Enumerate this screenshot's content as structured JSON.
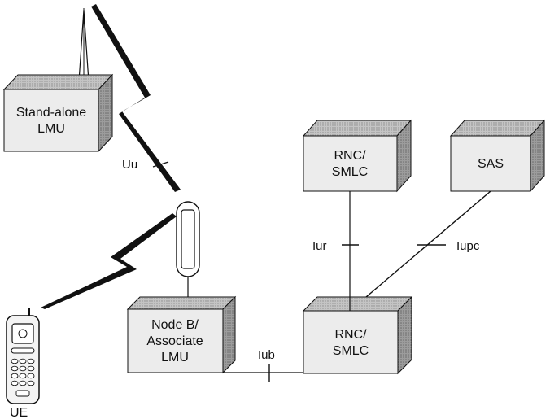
{
  "nodes": {
    "standalone_lmu": {
      "line1": "Stand-alone",
      "line2": "LMU"
    },
    "rnc_top": {
      "line1": "RNC/",
      "line2": "SMLC"
    },
    "sas": {
      "label": "SAS"
    },
    "node_b": {
      "line1": "Node B/",
      "line2": "Associate",
      "line3": "LMU"
    },
    "rnc_bottom": {
      "line1": "RNC/",
      "line2": "SMLC"
    },
    "ue": {
      "label": "UE"
    }
  },
  "interfaces": {
    "uu": "Uu",
    "iur": "Iur",
    "iupc": "Iupc",
    "iub": "Iub"
  },
  "colors": {
    "box_front": "#ececec",
    "box_top": "#b3b3b3",
    "box_side": "#8f8f8f",
    "line": "#111111"
  }
}
